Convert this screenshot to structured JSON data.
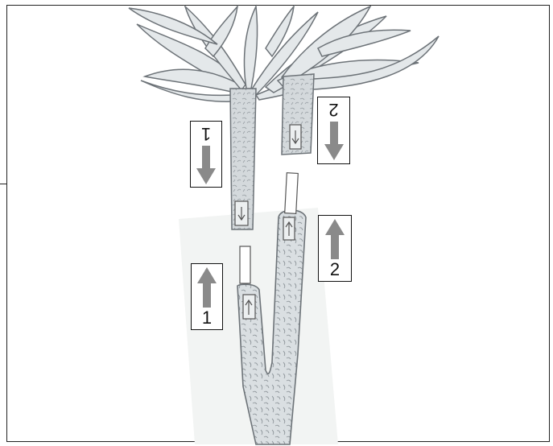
{
  "labels": {
    "upper_1": "1",
    "upper_2": "2",
    "lower_1": "1",
    "lower_2": "2"
  },
  "colors": {
    "arrow": "#8a8a8a",
    "stem_fill": "#d9dde0",
    "stem_stroke": "#6d7378",
    "leaf_fill": "#e4e8ea",
    "background_panel": "#f2f4f3"
  }
}
